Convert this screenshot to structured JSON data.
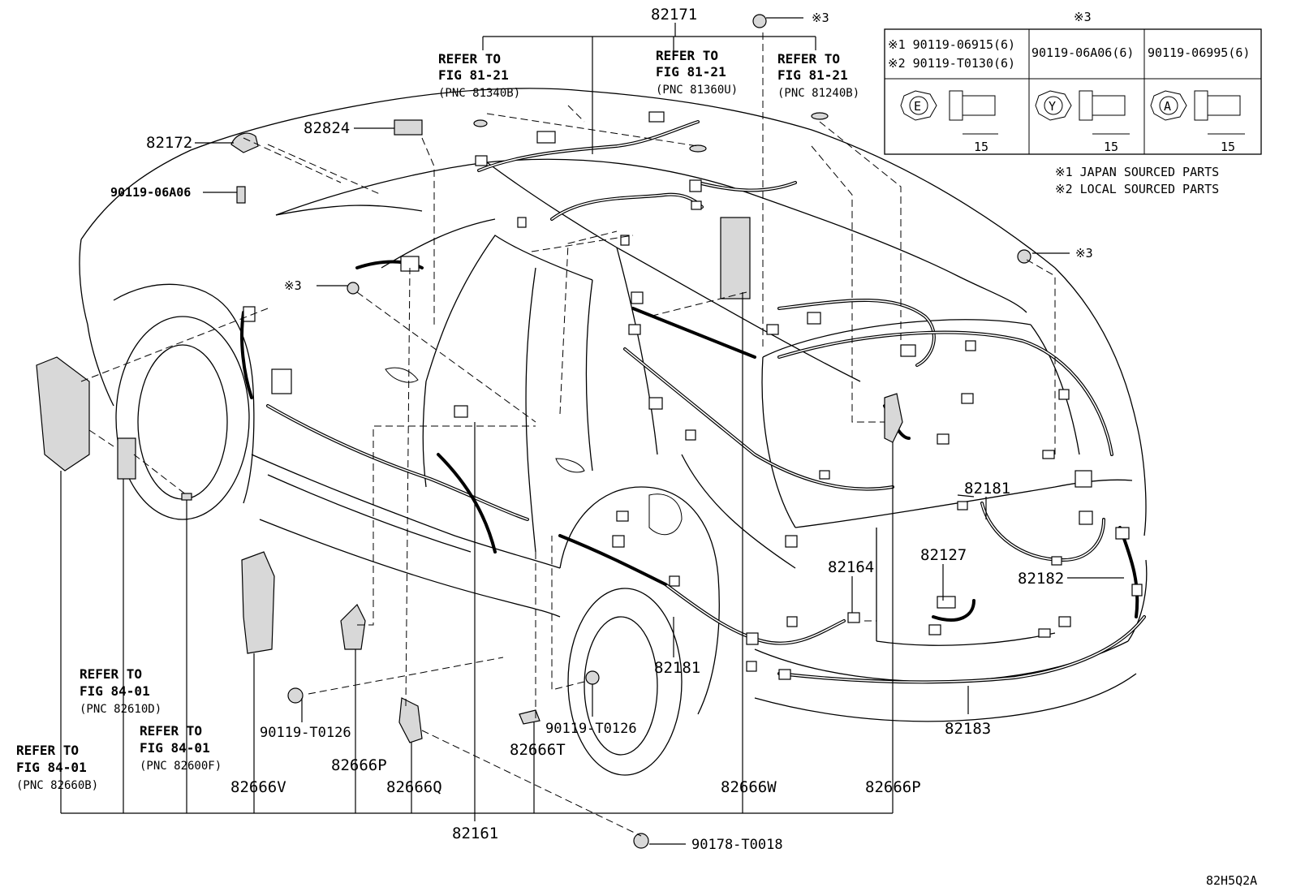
{
  "diagram_code": "82H5Q2A",
  "note_mark": "※3",
  "bolt_table": {
    "col1_line1": "※1 90119-06915(6)",
    "col1_line2": "※2 90119-T0130(6)",
    "col2": "90119-06A06(6)",
    "col3": "90119-06995(6)",
    "col1_symbol": "E",
    "col2_symbol": "Y",
    "col3_symbol": "A",
    "dimension": "15",
    "note1": "※1 JAPAN SOURCED PARTS",
    "note2": "※2 LOCAL SOURCED PARTS"
  },
  "refer_notes": [
    {
      "line1": "REFER TO",
      "line2": "FIG 81-21",
      "line3": "(PNC 81340B)"
    },
    {
      "line1": "REFER TO",
      "line2": "FIG 81-21",
      "line3": "(PNC 81360U)"
    },
    {
      "line1": "REFER TO",
      "line2": "FIG 81-21",
      "line3": "(PNC 81240B)"
    },
    {
      "line1": "REFER TO",
      "line2": "FIG 84-01",
      "line3": "(PNC 82610D)"
    },
    {
      "line1": "REFER TO",
      "line2": "FIG 84-01",
      "line3": "(PNC 82600F)"
    },
    {
      "line1": "REFER TO",
      "line2": "FIG 84-01",
      "line3": "(PNC 82660B)"
    }
  ],
  "part_labels": {
    "p82171": "82171",
    "p82172": "82172",
    "p82824": "82824",
    "p90119_06A06": "90119-06A06",
    "p82181_a": "82181",
    "p82181_b": "82181",
    "p82127": "82127",
    "p82164": "82164",
    "p82182": "82182",
    "p82183": "82183",
    "p90119_T0126_a": "90119-T0126",
    "p90119_T0126_b": "90119-T0126",
    "p82666P_a": "82666P",
    "p82666P_b": "82666P",
    "p82666Q": "82666Q",
    "p82666T": "82666T",
    "p82666V": "82666V",
    "p82666W": "82666W",
    "p82161": "82161",
    "p90178_T0018": "90178-T0018"
  }
}
